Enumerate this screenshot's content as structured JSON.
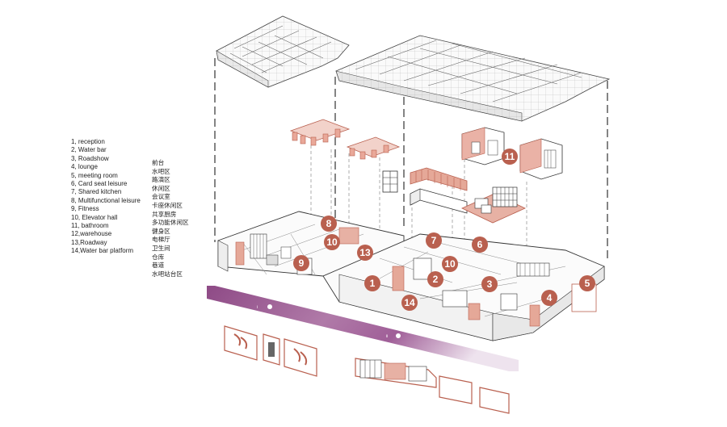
{
  "legend_en": [
    "1, reception",
    "2, Water bar",
    "3, Roadshow",
    "4, lounge",
    "5, meeting room",
    "6, Card seat leisure",
    "7, Shared kitchen",
    "8, Multifunctional leisure",
    "9, Fitness",
    "10, Elevator hall",
    "11, bathroom",
    "12,warehouse",
    "13,Roadway",
    "14,Water bar platform"
  ],
  "legend_cn": [
    "前台",
    "水吧区",
    "路演区",
    "休闲区",
    "会议室",
    "卡座休闲区",
    "共享厨房",
    "多功能休闲区",
    "健身区",
    "电梯厅",
    "卫生间",
    "仓库",
    "巷道",
    "水吧站台区"
  ],
  "badges": [
    "1",
    "2",
    "3",
    "4",
    "5",
    "6",
    "7",
    "8",
    "9",
    "10",
    "10",
    "11",
    "13",
    "14"
  ],
  "colors": {
    "accent": "#b9604f",
    "accent_light": "#e7b1a4",
    "line": "#333333",
    "band_start": "#9a4f8f",
    "band_end": "#e6d3e6"
  },
  "icons": [
    "dashed-projection-line",
    "axonometric-floor-plan",
    "ceiling-plan"
  ]
}
